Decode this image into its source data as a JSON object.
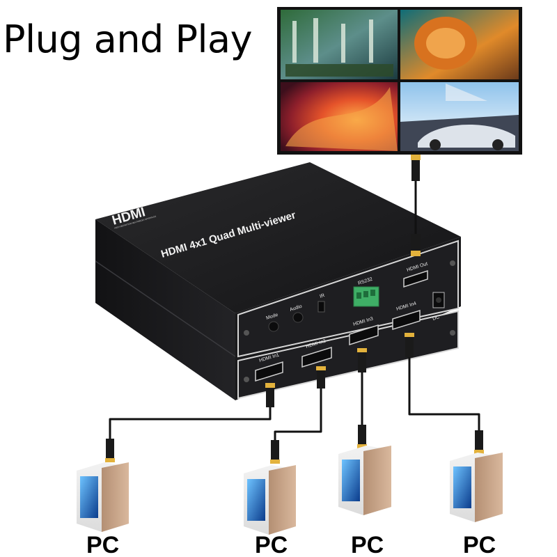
{
  "title": "Plug and Play",
  "device": {
    "brand": "HDMI",
    "brand_tagline": "HIGH-DEFINITION MULTIMEDIA INTERFACE",
    "product_name": "HDMI 4x1 Quad Multi-viewer",
    "controls": {
      "mode": "Mode",
      "audio": "Audio",
      "ir": "IR",
      "rs232": "RS232",
      "dc": "DC",
      "hdmi_out": "HDMI Out"
    },
    "inputs": [
      "HDMI In1",
      "HDMI In2",
      "HDMI In3",
      "HDMI In4"
    ]
  },
  "sources": [
    "PC",
    "PC",
    "PC",
    "PC"
  ],
  "colors": {
    "device_body": "#1c1c1e",
    "panel_trim": "#d8d8d8",
    "terminal_block": "#3fae66",
    "connector_gold": "#e3b23c",
    "pc_side": "#c8a58a"
  }
}
